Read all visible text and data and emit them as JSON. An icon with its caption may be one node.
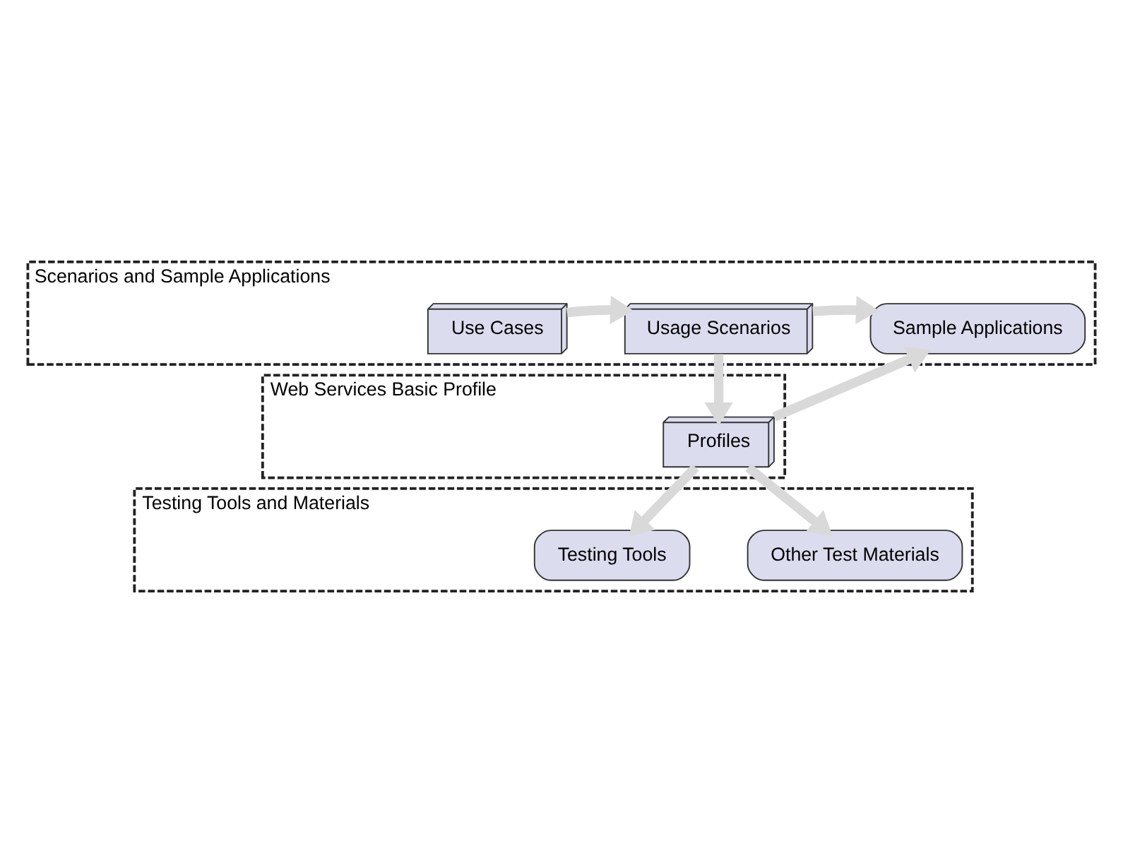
{
  "diagram": {
    "nodes": [
      {
        "text": [
          "Scenarios and Sample Applications"
        ]
      },
      {
        "text": [
          "Use Cases"
        ],
        "in": 0
      },
      {
        "text": [
          "Usage Scenarios"
        ],
        "in": 0
      },
      {
        "text": [
          "Sample Applications"
        ],
        "in": 0
      },
      {
        "text": [
          "Web Services Basic Profile"
        ]
      },
      {
        "text": [
          "Profiles"
        ],
        "in": 4
      },
      {
        "text": [
          "Testing Tools and Materials"
        ]
      },
      {
        "text": [
          "Testing Tools"
        ],
        "in": 6
      },
      {
        "text": [
          "Other Test Materials"
        ],
        "in": 6
      }
    ],
    "edges": [
      {
        "from": 1,
        "to": 2,
        "arrow": "to"
      },
      {
        "from": 2,
        "to": 3,
        "arrow": "to"
      },
      {
        "from": 2,
        "to": 5,
        "arrow": "to"
      },
      {
        "from": 5,
        "to": 3,
        "arrow": "to"
      },
      {
        "from": 5,
        "to": 7,
        "arrow": "to"
      },
      {
        "from": 5,
        "to": 8,
        "arrow": "to"
      }
    ]
  }
}
